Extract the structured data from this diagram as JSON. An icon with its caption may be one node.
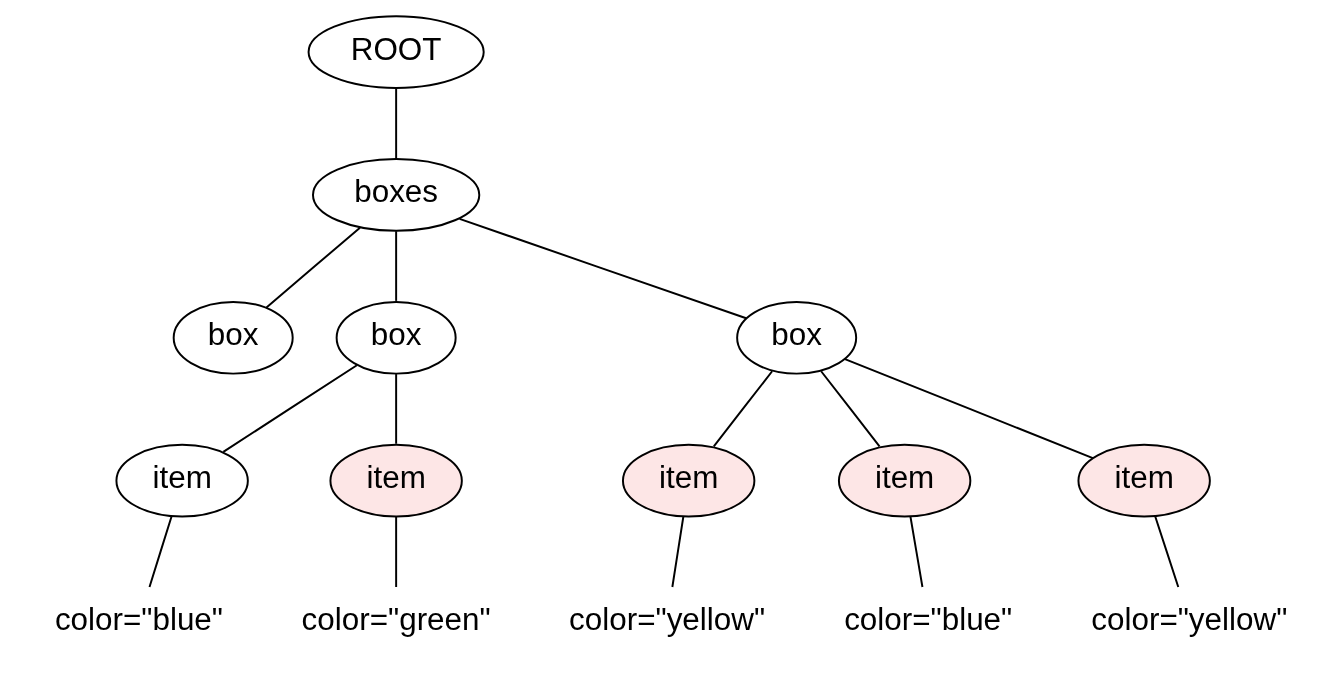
{
  "diagram": {
    "nodes": [
      {
        "text": [
          "ROOT"
        ]
      },
      {
        "text": [
          "boxes"
        ]
      },
      {
        "text": [
          "box"
        ]
      },
      {
        "text": [
          "box"
        ]
      },
      {
        "text": [
          "box"
        ]
      },
      {
        "text": [
          "item"
        ]
      },
      {
        "text": [
          "item"
        ]
      },
      {
        "text": [
          "item"
        ]
      },
      {
        "text": [
          "item"
        ]
      },
      {
        "text": [
          "item"
        ]
      },
      {
        "text": [
          "color=\"blue\""
        ]
      },
      {
        "text": [
          "color=\"green\""
        ]
      },
      {
        "text": [
          "color=\"yellow\""
        ]
      },
      {
        "text": [
          "color=\"blue\""
        ]
      },
      {
        "text": [
          "color=\"yellow\""
        ]
      }
    ],
    "edges": [
      {
        "from": 0,
        "to": 1,
        "arrow": "none"
      },
      {
        "from": 1,
        "to": 2,
        "arrow": "none"
      },
      {
        "from": 1,
        "to": 3,
        "arrow": "none"
      },
      {
        "from": 1,
        "to": 4,
        "arrow": "none"
      },
      {
        "from": 3,
        "to": 5,
        "arrow": "none"
      },
      {
        "from": 3,
        "to": 6,
        "arrow": "none"
      },
      {
        "from": 4,
        "to": 7,
        "arrow": "none"
      },
      {
        "from": 4,
        "to": 8,
        "arrow": "none"
      },
      {
        "from": 4,
        "to": 9,
        "arrow": "none"
      },
      {
        "from": 5,
        "to": 10,
        "arrow": "none"
      },
      {
        "from": 6,
        "to": 11,
        "arrow": "none"
      },
      {
        "from": 7,
        "to": 12,
        "arrow": "none"
      },
      {
        "from": 8,
        "to": 13,
        "arrow": "none"
      },
      {
        "from": 9,
        "to": 14,
        "arrow": "none"
      }
    ]
  }
}
